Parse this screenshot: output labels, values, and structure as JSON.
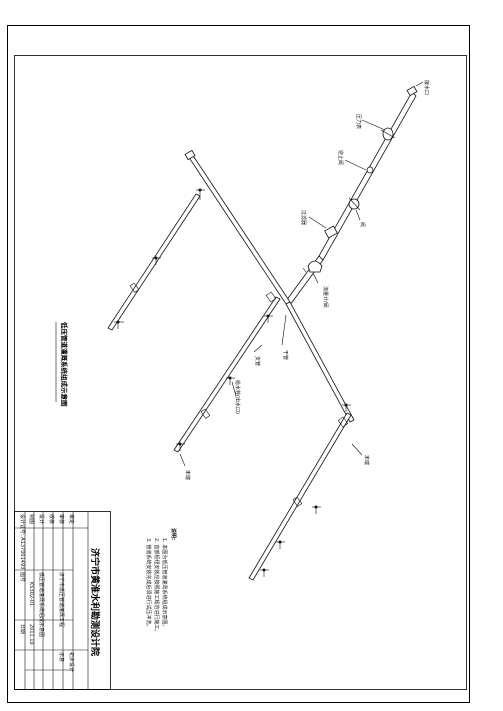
{
  "drawing_title": "低压管道灌溉系统组成示意图",
  "organization": "济宁市黄淮水利勘测设计院",
  "notes": {
    "heading": "说明:",
    "items": [
      "1. 本图为低压管道灌溉系统组成示意图。",
      "2. 首部枢纽安装应按照施工规范进行施工。",
      "3. 管道系统安装完成后须进行试压冲洗。"
    ]
  },
  "labels": {
    "water_source": "接水口",
    "pressure_gauge": "压力表",
    "check_valve": "逆止阀",
    "valve": "阀",
    "filter": "过滤器",
    "flow_meter": "流量计/阀",
    "main_pipe": "干管",
    "branch_pipe": "支管",
    "outlet": "给水栓(出水口)",
    "end_1": "末端",
    "end_2": "末端"
  },
  "title_block": {
    "designed": "设计",
    "checked": "校核",
    "reviewed": "审核",
    "approved": "审定",
    "drawn": "制图",
    "project": "济宁市低压管道灌溉工程",
    "drawing_name": "低压管道灌溉系统组成示意图",
    "stage": "初步设计",
    "scale": "示意",
    "date_label": "日期",
    "date": "2011.10",
    "drawing_no_label": "图号",
    "drawing_no": "KS302-01",
    "cert_label": "设计证号: A137001493"
  }
}
